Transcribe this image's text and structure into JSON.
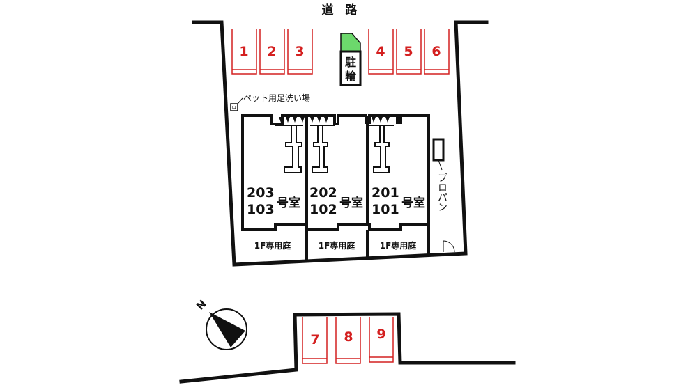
{
  "road_label": "道　路",
  "parking": {
    "top_left": [
      "1",
      "2",
      "3"
    ],
    "top_right": [
      "4",
      "5",
      "6"
    ],
    "bottom": [
      "7",
      "8",
      "9"
    ]
  },
  "bicycle_parking": {
    "line1": "駐",
    "line2": "輪"
  },
  "pet_wash_label": "ペット用足洗い場",
  "propane_label": "プロパン",
  "units": [
    {
      "upper": "203",
      "lower": "103",
      "suffix": "号室",
      "garden": "1F専用庭"
    },
    {
      "upper": "202",
      "lower": "102",
      "suffix": "号室",
      "garden": "1F専用庭"
    },
    {
      "upper": "201",
      "lower": "101",
      "suffix": "号室",
      "garden": "1F専用庭"
    }
  ],
  "compass": {
    "north": "N"
  },
  "colors": {
    "parking_red": "#d42020",
    "bicycle_green": "#6cd86c",
    "wall": "#111111"
  }
}
